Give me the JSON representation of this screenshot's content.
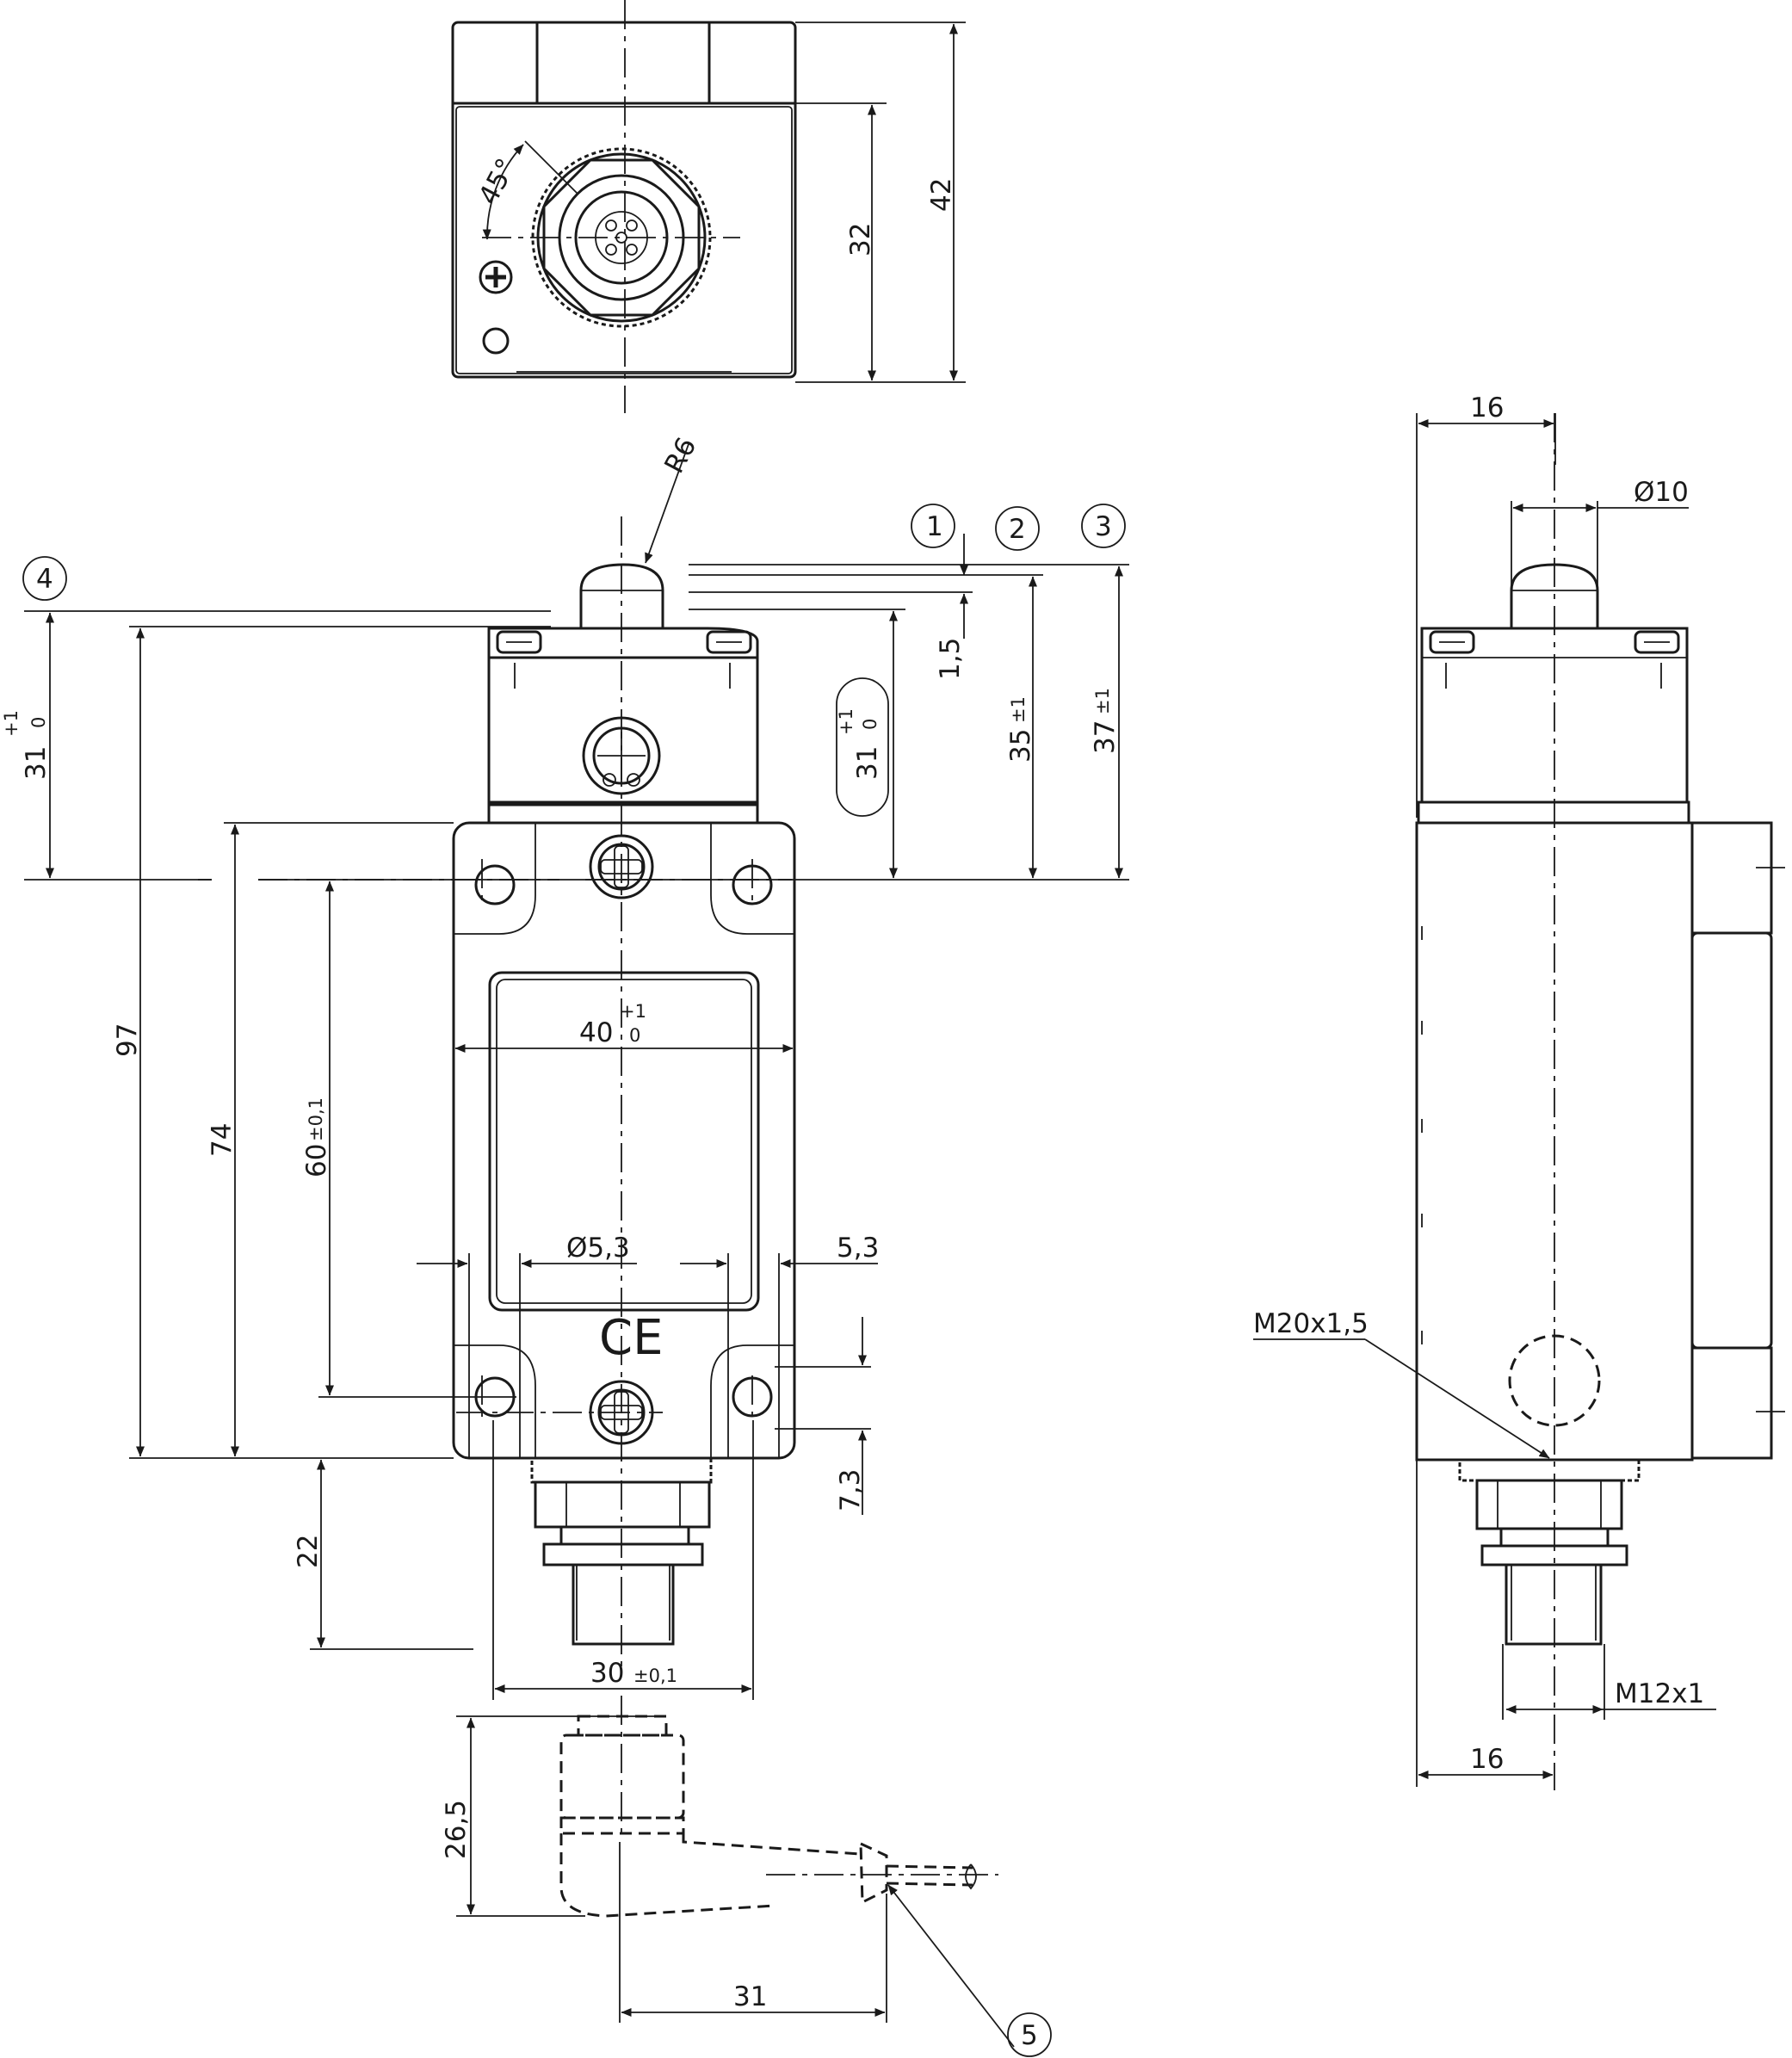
{
  "top_view": {
    "angle_label": "45°",
    "dim_height_inner": "32",
    "dim_height_outer": "42"
  },
  "front_view": {
    "radius_label": "R6",
    "callouts": [
      "1",
      "2",
      "3",
      "4",
      "5"
    ],
    "dim_31_value": "31",
    "dim_31_tol_upper": "+1",
    "dim_31_tol_lower": "0",
    "dim_1_5": "1,5",
    "dim_35": "35",
    "dim_35_tol": "±1",
    "dim_37": "37",
    "dim_37_tol": "±1",
    "dim_97": "97",
    "dim_74": "74",
    "dim_60": "60",
    "dim_60_tol": "±0,1",
    "dim_40_value": "40",
    "dim_40_tol_upper": "+1",
    "dim_40_tol_lower": "0",
    "hole_diameter": "Ø5,3",
    "dim_5_3": "5,3",
    "dim_7_3": "7,3",
    "dim_22": "22",
    "dim_30": "30",
    "dim_30_tol": "±0,1",
    "dim_26_5": "26,5",
    "dim_31_bottom": "31",
    "ce_mark": "CE"
  },
  "side_view": {
    "dim_16_top": "16",
    "dim_diameter_10": "Ø10",
    "thread_large": "M20x1,5",
    "thread_small": "M12x1",
    "dim_16_bottom": "16"
  }
}
